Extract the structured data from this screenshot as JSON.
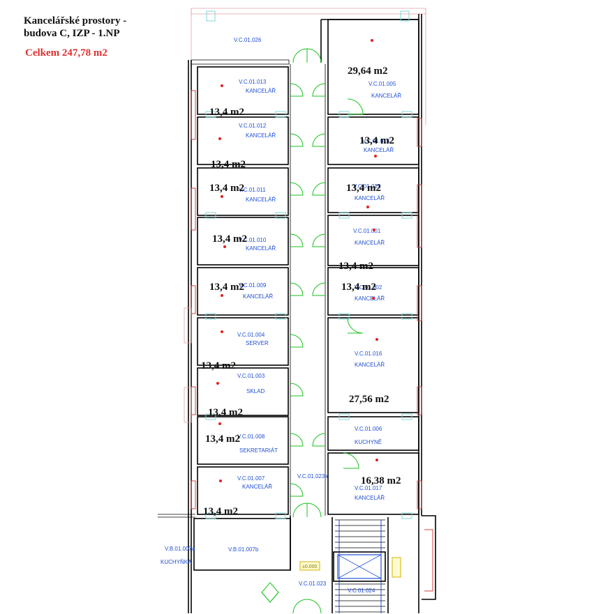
{
  "header": {
    "title_line1": "Kancelářské prostory -",
    "title_line2": "budova C, IZP - 1.NP",
    "total": "Celkem 247,78 m2"
  },
  "colors": {
    "code": "#1f4fd6",
    "total": "#e03030",
    "door": "#19c21c",
    "window": "#7fd6d6"
  },
  "rooms": [
    {
      "id": "V.C.01.026",
      "type": "",
      "area": ""
    },
    {
      "id": "V.C.01.005",
      "type": "KANCELÁŘ",
      "area": "29,64 m2"
    },
    {
      "id": "V.C.01.013",
      "type": "KANCELÁŘ",
      "area": "13,4 m2"
    },
    {
      "id": "V.C.01.014",
      "type": "KANCELÁŘ",
      "area": "13,4 m2"
    },
    {
      "id": "V.C.01.012",
      "type": "KANCELÁŘ",
      "area": "13,4 m2"
    },
    {
      "id": "V.C.01.011",
      "type": "KANCELÁŘ",
      "area": "13,4 m2"
    },
    {
      "id": "V.C.01.015",
      "type": "KANCELÁŘ",
      "area": "13,4 m2"
    },
    {
      "id": "V.C.01.010",
      "type": "KANCELÁŘ",
      "area": "13,4 m2"
    },
    {
      "id": "V.C.01.001",
      "type": "KANCELÁŘ",
      "area": "13,4 m2"
    },
    {
      "id": "V.C.01.009",
      "type": "KANCELÁŘ",
      "area": "13,4 m2"
    },
    {
      "id": "V.C.01.002",
      "type": "KANCELÁŘ",
      "area": "13,4 m2"
    },
    {
      "id": "V.C.01.004",
      "type": "SERVER",
      "area": "13,4 m2"
    },
    {
      "id": "V.C.01.016",
      "type": "KANCELÁŘ",
      "area": "27,56 m2"
    },
    {
      "id": "V.C.01.003",
      "type": "SKLAD",
      "area": "13,4 m2"
    },
    {
      "id": "V.C.01.008",
      "type": "SEKRETARIÁT",
      "area": "13,4 m2"
    },
    {
      "id": "V.C.01.006",
      "type": "KUCHYNĚ",
      "area": ""
    },
    {
      "id": "V.C.01.007",
      "type": "KANCELÁŘ",
      "area": "13,4 m2"
    },
    {
      "id": "V.C.01.017",
      "type": "KANCELÁŘ",
      "area": "16,38 m2"
    },
    {
      "id": "V.C.01.023a",
      "type": "",
      "area": ""
    },
    {
      "id": "V.B.01.007a",
      "type": "KUCHYŇKA",
      "area": ""
    },
    {
      "id": "V.B.01.007b",
      "type": "",
      "area": ""
    },
    {
      "id": "V.C.01.023",
      "type": "",
      "area": ""
    },
    {
      "id": "V.C.01.024",
      "type": "",
      "area": ""
    }
  ],
  "elevation_mark": "±0.000"
}
